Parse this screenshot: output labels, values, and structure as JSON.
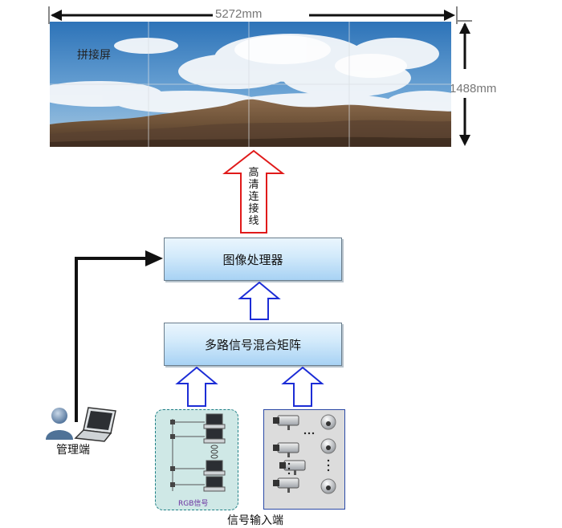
{
  "video_wall": {
    "label": "拼接屏",
    "width_label": "5272mm",
    "height_label": "1488mm"
  },
  "link_label": "高清连接线",
  "processor": {
    "label": "图像处理器"
  },
  "matrix": {
    "label": "多路信号混合矩阵"
  },
  "manager": {
    "label": "管理端"
  },
  "rgb_panel": {
    "label": "RGB信号"
  },
  "input_caption": "信号输入端",
  "colors": {
    "red_arrow": "#e01a1a",
    "blue_arrow": "#1c2dd6",
    "box_fill_top": "#eaf5fd",
    "box_fill_bottom": "#a8d2f4",
    "panel_teal": "#cfe8e6",
    "panel_grey": "#dcdcdc"
  }
}
